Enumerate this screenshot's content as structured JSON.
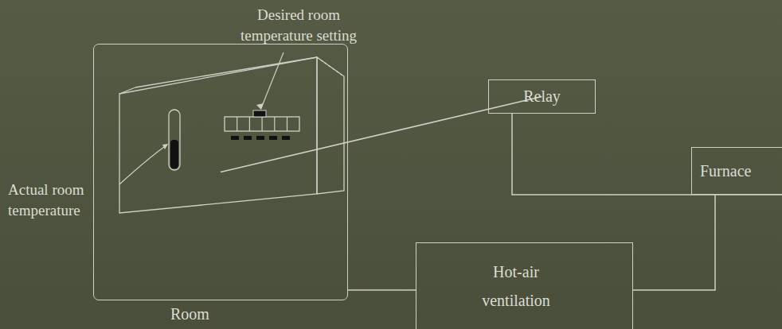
{
  "diagram": {
    "nodes": [
      {
        "text": [
          "Room"
        ]
      },
      {
        "text": [
          "Relay"
        ]
      },
      {
        "text": [
          "Furnace"
        ]
      },
      {
        "text": [
          "Hot-air ventilation"
        ]
      }
    ],
    "edges": [
      {
        "from": 0,
        "to": 1,
        "arrow": "none"
      },
      {
        "from": 1,
        "to": 2,
        "arrow": "none"
      },
      {
        "from": 2,
        "to": 3,
        "arrow": "none"
      },
      {
        "from": 3,
        "to": 0,
        "arrow": "none"
      }
    ],
    "labels": [
      "Desired room temperature setting",
      "Actual room temperature"
    ]
  }
}
